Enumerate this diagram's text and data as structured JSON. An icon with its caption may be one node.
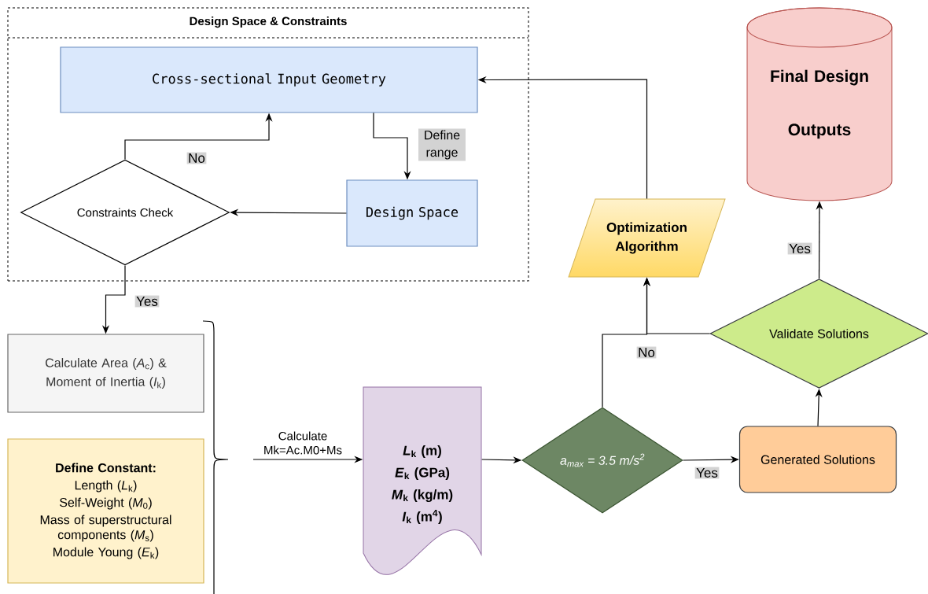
{
  "diagram": {
    "nodes": [
      {
        "text": [
          "Design Space & Constraints"
        ]
      },
      {
        "text": [
          "Cross-sectional Input Geometry"
        ],
        "in": 0
      },
      {
        "text": [
          "Design Space"
        ],
        "in": 0
      },
      {
        "text": [
          "Constraints Check"
        ],
        "in": 0
      },
      {
        "text": [
          "Calculate Area (*A*$_{c}$) & Moment of Inertia (*I*$_{k}$)"
        ]
      },
      {
        "text": [
          "Define Constant:",
          "Length (*L*$_{k}$)",
          "Self-Weight (*M*$_{0}$)",
          "Mass of superstructural components (*M*$_{s}$)",
          "Module Young (*E*$_{k}$)"
        ]
      },
      {
        "text": [
          "*L*$_{k}$ (m)",
          "*E*$_{k}$ (GPa)",
          "*M*$_{k}$ (kg/m)",
          "*I*$_{k}$ (m$^{4}$)"
        ]
      },
      {
        "text": [
          "a$_{max}$ = 3.5 m/s$^{2}$"
        ]
      },
      {
        "text": [
          "Generated Solutions"
        ]
      },
      {
        "text": [
          "Validate Solutions"
        ]
      },
      {
        "text": [
          "Optimization Algorithm"
        ]
      },
      {
        "text": [
          "Final Design Outputs"
        ]
      }
    ],
    "edges": [
      {
        "from": 1,
        "to": 2,
        "arrow": "to",
        "label": "Define range"
      },
      {
        "from": 2,
        "to": 3,
        "arrow": "to"
      },
      {
        "from": 3,
        "to": 1,
        "arrow": "to",
        "label": "No"
      },
      {
        "from": 3,
        "to": 4,
        "arrow": "to",
        "label": "Yes"
      },
      {
        "from": null,
        "to": 6,
        "arrow": "to",
        "label": "Calculate Mk=Ac.M0+Ms"
      },
      {
        "from": 6,
        "to": 7,
        "arrow": "to"
      },
      {
        "from": 7,
        "to": 8,
        "arrow": "to",
        "label": "Yes"
      },
      {
        "from": 8,
        "to": 9,
        "arrow": "to"
      },
      {
        "from": 7,
        "to": 10,
        "arrow": "to",
        "label": "No"
      },
      {
        "from": 9,
        "to": 10,
        "arrow": "to"
      },
      {
        "from": 9,
        "to": 11,
        "arrow": "to",
        "label": "Yes"
      },
      {
        "from": 10,
        "to": 1,
        "arrow": "to"
      }
    ]
  }
}
